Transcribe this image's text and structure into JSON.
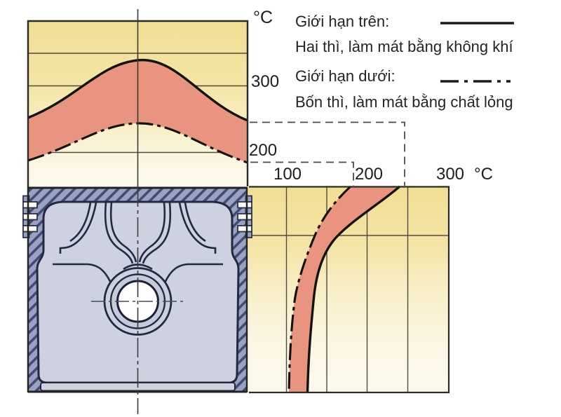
{
  "legend": {
    "upper_label": "Giới hạn trên:",
    "upper_desc": "Hai thì, làm mát bằng không khí",
    "lower_label": "Giới hạn dưới:",
    "lower_desc": "Bốn thì, làm mát bằng chất lỏng"
  },
  "crown_axis": {
    "unit": "°C",
    "tick_300": "300",
    "tick_200": "200"
  },
  "height_axis": {
    "tick_100": "100",
    "tick_200": "200",
    "tick_300": "300",
    "unit": "°C"
  },
  "colors": {
    "band_red": "#E8947E",
    "chart_yellow": "#F1DE93",
    "chart_cream": "#FDFAEE",
    "hatch_base": "#99A3C1",
    "hatch_line": "#414B74",
    "piston_body": "#CDD1E0",
    "outline": "#232A40"
  },
  "chart_data": [
    {
      "type": "area",
      "ylabel": "°C",
      "ylim": [
        150,
        400
      ],
      "yticks": [
        200,
        300
      ],
      "x_axis": "fraction of piston crown diameter",
      "x": [
        0,
        0.25,
        0.5,
        0.75,
        1
      ],
      "series": [
        {
          "name": "Giới hạn trên: Hai thì, làm mát bằng không khí",
          "line_style": "solid",
          "values_c": [
            252,
            300,
            337,
            300,
            248
          ]
        },
        {
          "name": "Giới hạn dưới: Bốn thì, làm mát bằng chất lỏng",
          "line_style": "dash-dot",
          "values_c": [
            188,
            226,
            244,
            226,
            185
          ]
        }
      ],
      "band_fill_between": true,
      "band_color": "#E8947E",
      "grid": true,
      "legend_position": "top-right"
    },
    {
      "type": "area",
      "xlabel": "°C",
      "xlim": [
        75,
        300
      ],
      "xticks": [
        100,
        200,
        300
      ],
      "y_axis": "fraction of piston height, crown (top) to skirt (bottom)",
      "y": [
        0,
        0.23,
        0.5,
        0.75,
        1
      ],
      "series": [
        {
          "name": "Giới hạn trên",
          "line_style": "solid",
          "values_c": [
            240,
            164,
            136,
            129,
            125
          ]
        },
        {
          "name": "Giới hạn dưới",
          "line_style": "dash-dot",
          "values_c": [
            178,
            133,
            110,
            104,
            102
          ]
        }
      ],
      "band_fill_between": true,
      "band_color": "#E8947E",
      "grid": true
    }
  ]
}
